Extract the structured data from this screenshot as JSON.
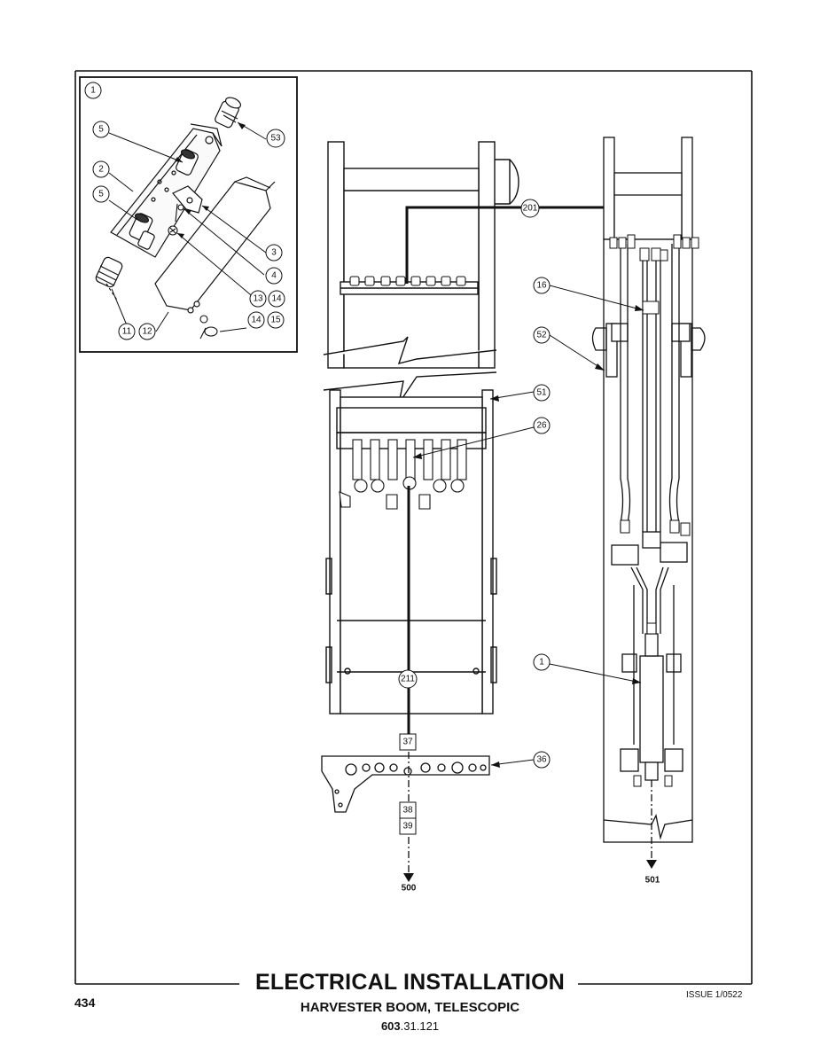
{
  "footer": {
    "title": "ELECTRICAL INSTALLATION",
    "subtitle": "HARVESTER BOOM, TELESCOPIC",
    "doc_number_bold": "603",
    "doc_number_rest": ".31.121",
    "page_number": "434",
    "issue": "ISSUE 1/0522"
  },
  "inset": {
    "callouts": [
      "1",
      "5",
      "2",
      "5",
      "53",
      "3",
      "4",
      "13",
      "14",
      "11",
      "12",
      "14",
      "15"
    ]
  },
  "main_view": {
    "callouts": [
      "201",
      "16",
      "52",
      "51",
      "26",
      "1",
      "211",
      "36"
    ],
    "boxes": [
      "37",
      "38",
      "39"
    ],
    "arrow_labels": [
      "500",
      "501"
    ]
  }
}
